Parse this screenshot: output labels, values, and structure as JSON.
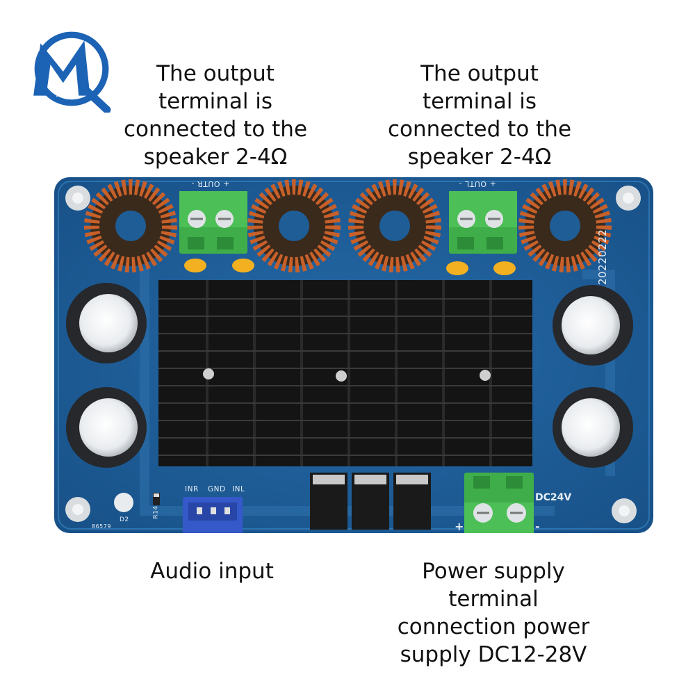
{
  "captions": {
    "output_left": "The output\nterminal is\nconnected to the\nspeaker 2-4Ω",
    "output_right": "The output\nterminal is\nconnected to the\nspeaker 2-4Ω",
    "audio_input": "Audio input",
    "power_supply": "Power supply\nterminal\nconnection power\nsupply DC12-28V"
  },
  "silkscreen": {
    "out_r": "+ OUTR -",
    "out_l": "+ OUTL -",
    "inr": "INR",
    "gnd": "GND",
    "inl": "INL",
    "dc": "DC24V",
    "date": "20220222",
    "plus": "+",
    "minus": "-",
    "d2": "D2",
    "r14": "R14",
    "code": "86579"
  },
  "logo": {
    "lettering": "MQ"
  },
  "colors": {
    "pcb": "#1f5d97",
    "pcb_trace": "#2f6faa",
    "terminal": "#3fae4a",
    "copper": "#c8602a",
    "heatsink": "#141414",
    "connector": "#3559c9",
    "logo_blue": "#1c63b5"
  }
}
